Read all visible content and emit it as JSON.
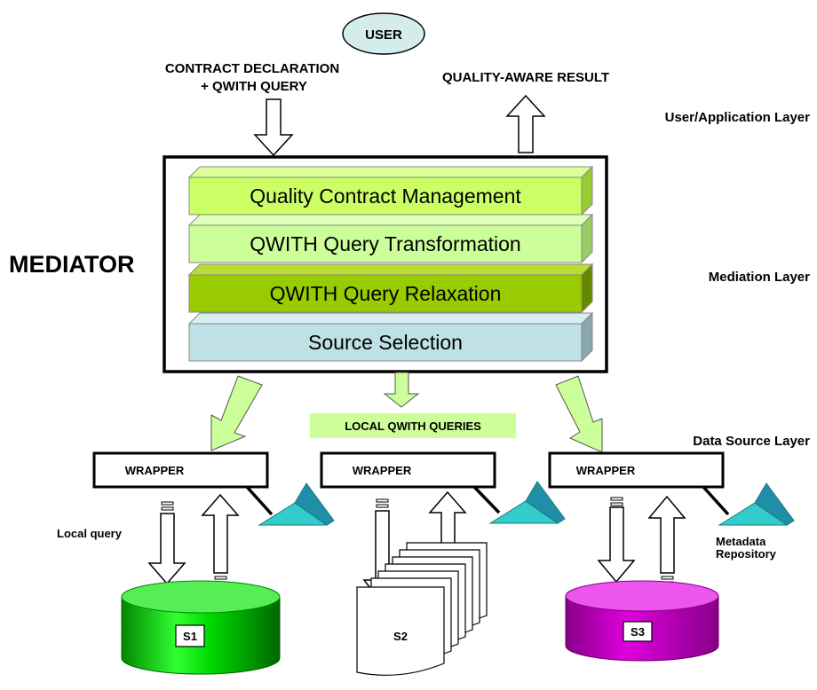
{
  "user": "USER",
  "contract_line1": "CONTRACT DECLARATION",
  "contract_line2": "+ QWITH QUERY",
  "result": "QUALITY-AWARE RESULT",
  "layers": {
    "user_app": "User/Application Layer",
    "mediation": "Mediation Layer",
    "data_source": "Data Source Layer"
  },
  "mediator": "MEDIATOR",
  "mediator_layers": [
    {
      "label": "Quality Contract Management",
      "color": "#ccff66"
    },
    {
      "label": "QWITH Query Transformation",
      "color": "#ccff99"
    },
    {
      "label": "QWITH Query Relaxation",
      "color": "#99cc00"
    },
    {
      "label": "Source Selection",
      "color": "#bfe0e4"
    }
  ],
  "local_queries": "LOCAL QWITH QUERIES",
  "wrapper": "WRAPPER",
  "local_query": "Local query",
  "metadata_line1": "Metadata",
  "metadata_line2": "Repository",
  "sources": [
    "S1",
    "S2",
    "S3"
  ],
  "colors": {
    "arrow_green": "#ccff99",
    "s1": "#00cc00",
    "s3": "#cc00cc",
    "metadata": "#33cccc",
    "user_ellipse": "#d4ecec"
  }
}
